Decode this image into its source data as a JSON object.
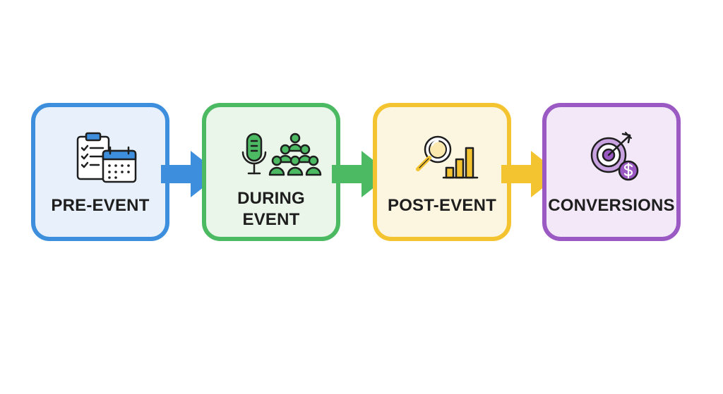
{
  "colors": {
    "blue": "#3d8fdd",
    "blue_fill": "#e8f1fb",
    "green": "#4cba62",
    "green_fill": "#eaf6ea",
    "yellow": "#f4c430",
    "yellow_fill": "#fcf5e0",
    "purple": "#9b59c3",
    "purple_fill": "#f3e8f8",
    "ink": "#1e1e1e"
  },
  "steps": [
    {
      "label": "PRE-EVENT",
      "icons": [
        "clipboard-checklist-icon",
        "calendar-icon"
      ]
    },
    {
      "label_lines": [
        "DURING",
        "EVENT"
      ],
      "icons": [
        "microphone-icon",
        "audience-icon"
      ]
    },
    {
      "label": "POST-EVENT",
      "icons": [
        "magnifying-glass-icon",
        "bar-chart-icon"
      ]
    },
    {
      "label": "CONVERSIONS",
      "icons": [
        "target-arrow-icon",
        "dollar-coin-icon"
      ]
    }
  ]
}
